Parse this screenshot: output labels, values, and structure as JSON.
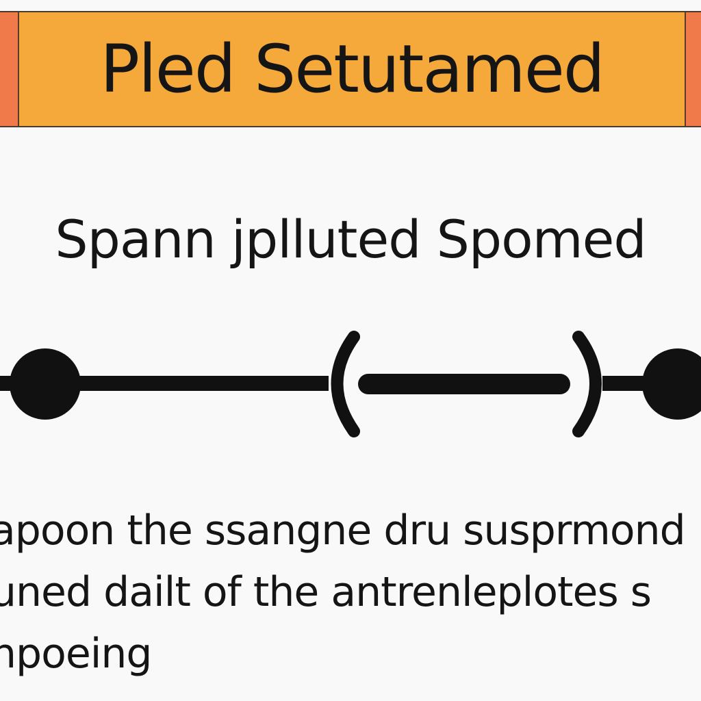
{
  "banner": {
    "title": "Pled Setutamed"
  },
  "subtitle": "Spann jplluted Spomed",
  "caption": {
    "lines": [
      "apoon the ssangne dru susprmond",
      "uned dailt of the antrenleplotes s",
      "npoeing"
    ]
  },
  "colors": {
    "banner": "#f6a93b",
    "banner_side": "#f07a4a",
    "ink": "#111111",
    "background": "#f9f9f9"
  }
}
